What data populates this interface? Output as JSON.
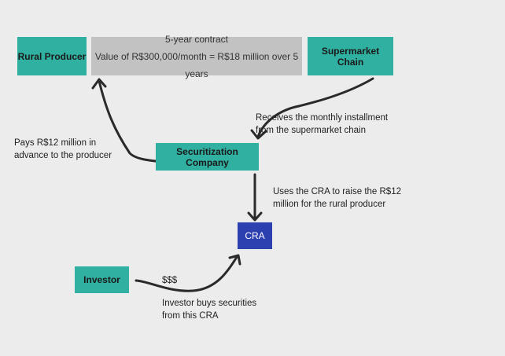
{
  "nodes": {
    "rural_producer": "Rural Producer",
    "supermarket_chain": "Supermarket Chain",
    "securitization_company": "Securitization Company",
    "cra": "CRA",
    "investor": "Investor"
  },
  "contract": {
    "title": "5-year contract",
    "value": "Value of R$300,000/month = R$18 million over 5 years"
  },
  "labels": {
    "pays_line1": "Pays R$12 million in",
    "pays_line2": "advance to the producer",
    "receives_line1": "Receives the monthly installment",
    "receives_line2": "from the supermarket chain",
    "uses_line1": "Uses the CRA to raise the R$12",
    "uses_line2": "million for the rural producer",
    "money": "$$$",
    "buys_line1": "Investor buys securities",
    "buys_line2": "from this CRA"
  },
  "colors": {
    "teal": "#30b0a0",
    "cra_blue": "#2d40b0",
    "contract_gray": "#c2c2c2",
    "background": "#ececec"
  }
}
